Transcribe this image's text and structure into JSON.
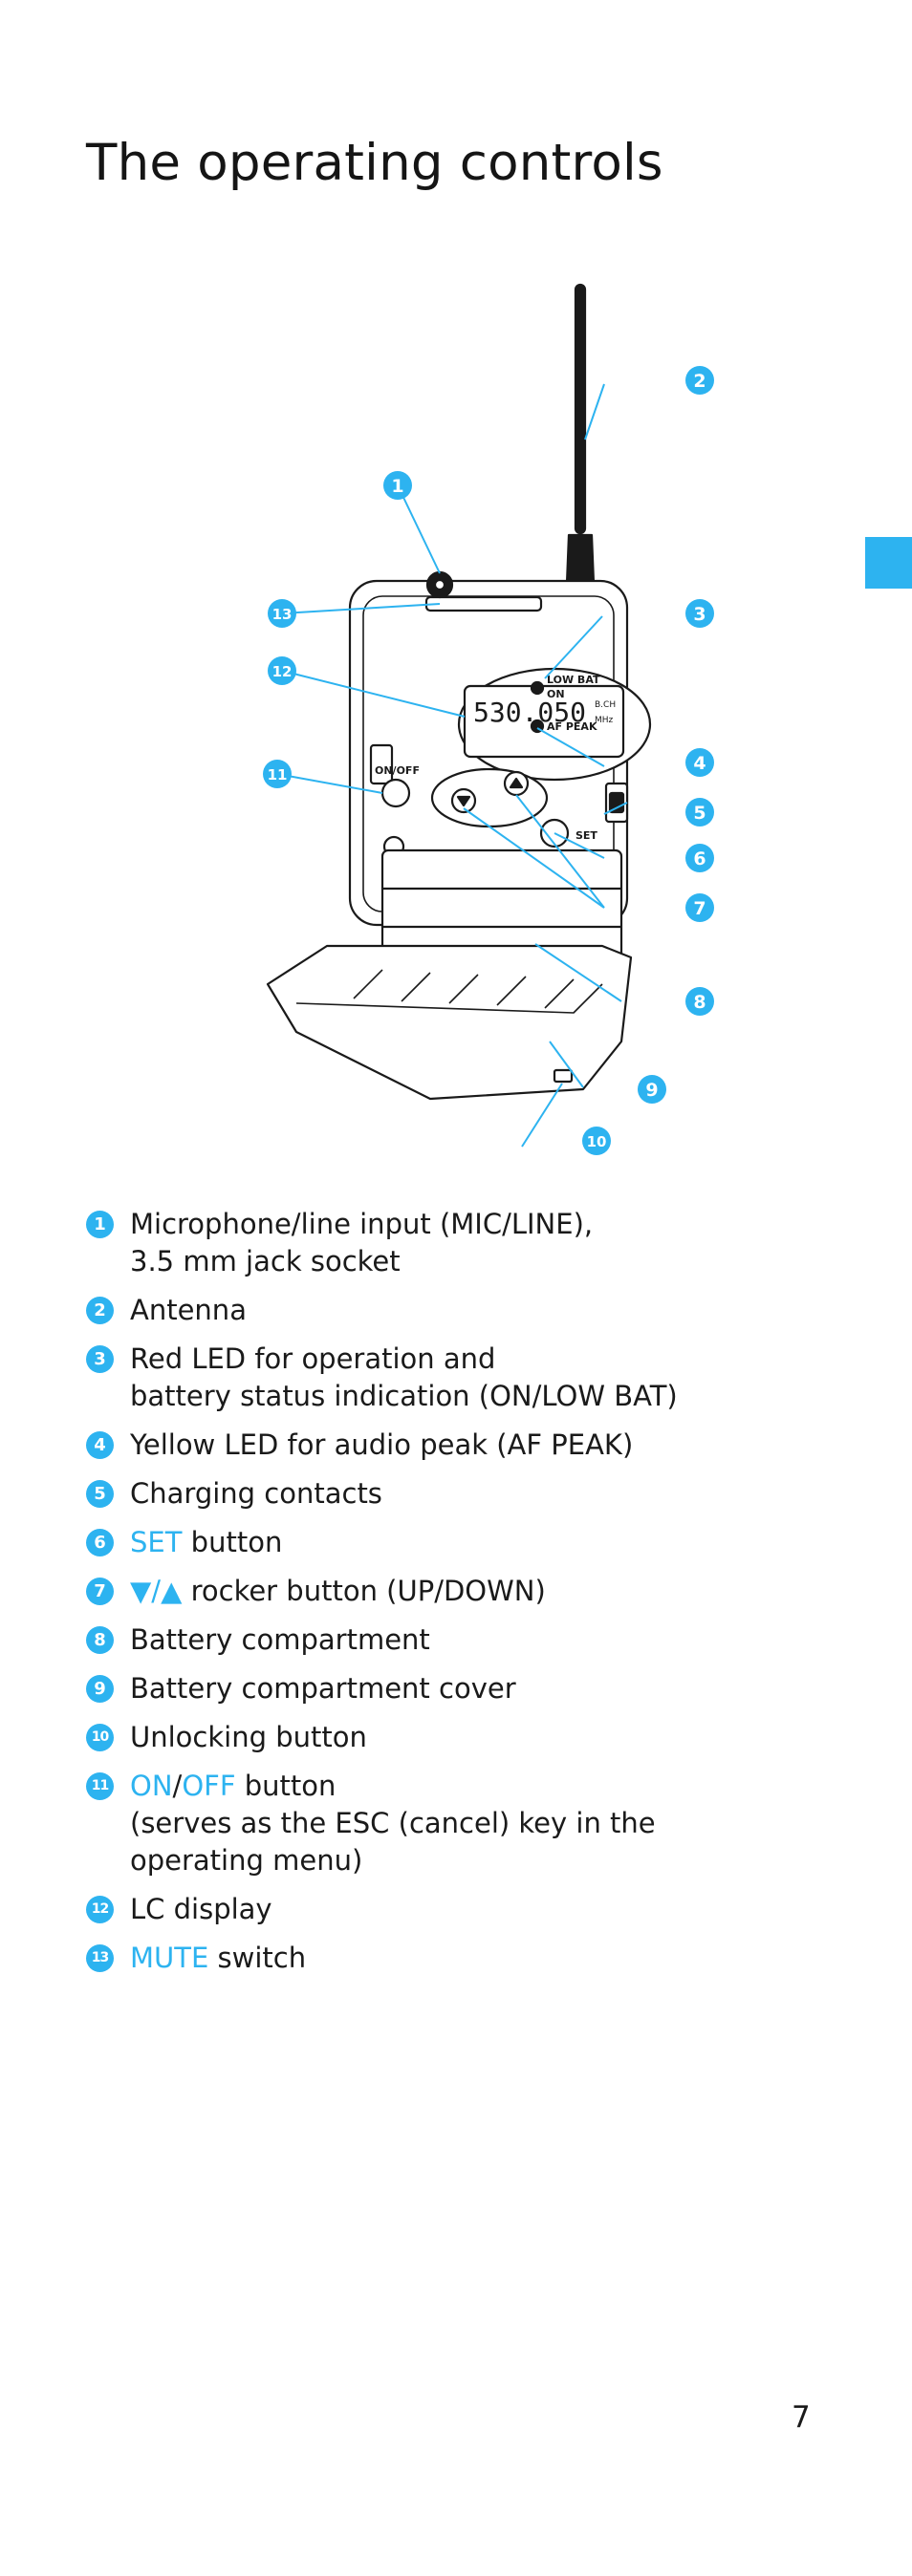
{
  "page": {
    "title": "The operating controls",
    "page_number": "7",
    "accent_color": "#2db3f0"
  },
  "figure": {
    "display_freq": "530.050",
    "display_unit_top": "B.CH",
    "display_unit_bottom": "MHz",
    "labels": {
      "low_bat": "LOW BAT",
      "on": "ON",
      "af_peak": "AF PEAK",
      "on_off": "ON/OFF",
      "set": "SET"
    },
    "callouts": [
      "1",
      "2",
      "3",
      "4",
      "5",
      "6",
      "7",
      "8",
      "9",
      "10",
      "11",
      "12",
      "13"
    ]
  },
  "legend": [
    {
      "num": "1",
      "lines": [
        "Microphone/line input (MIC/LINE),",
        "3.5 mm jack socket"
      ]
    },
    {
      "num": "2",
      "lines": [
        "Antenna"
      ]
    },
    {
      "num": "3",
      "lines": [
        "Red LED for operation and",
        "battery status indication (ON/LOW BAT)"
      ]
    },
    {
      "num": "4",
      "lines": [
        "Yellow LED for audio peak (AF PEAK)"
      ]
    },
    {
      "num": "5",
      "lines": [
        "Charging contacts"
      ]
    },
    {
      "num": "6",
      "accent": "SET",
      "rest": " button"
    },
    {
      "num": "7",
      "accent": "▼/▲",
      "rest": " rocker button (UP/DOWN)"
    },
    {
      "num": "8",
      "lines": [
        "Battery compartment"
      ]
    },
    {
      "num": "9",
      "lines": [
        "Battery compartment cover"
      ]
    },
    {
      "num": "10",
      "lines": [
        "Unlocking button"
      ]
    },
    {
      "num": "11",
      "accent": "ON",
      "sep": "/",
      "accent2": "OFF",
      "rest": " button",
      "line2": "(serves as the ESC (cancel) key in the",
      "line3": "operating menu)"
    },
    {
      "num": "12",
      "lines": [
        "LC display"
      ]
    },
    {
      "num": "13",
      "accent": "MUTE",
      "rest": " switch"
    }
  ]
}
